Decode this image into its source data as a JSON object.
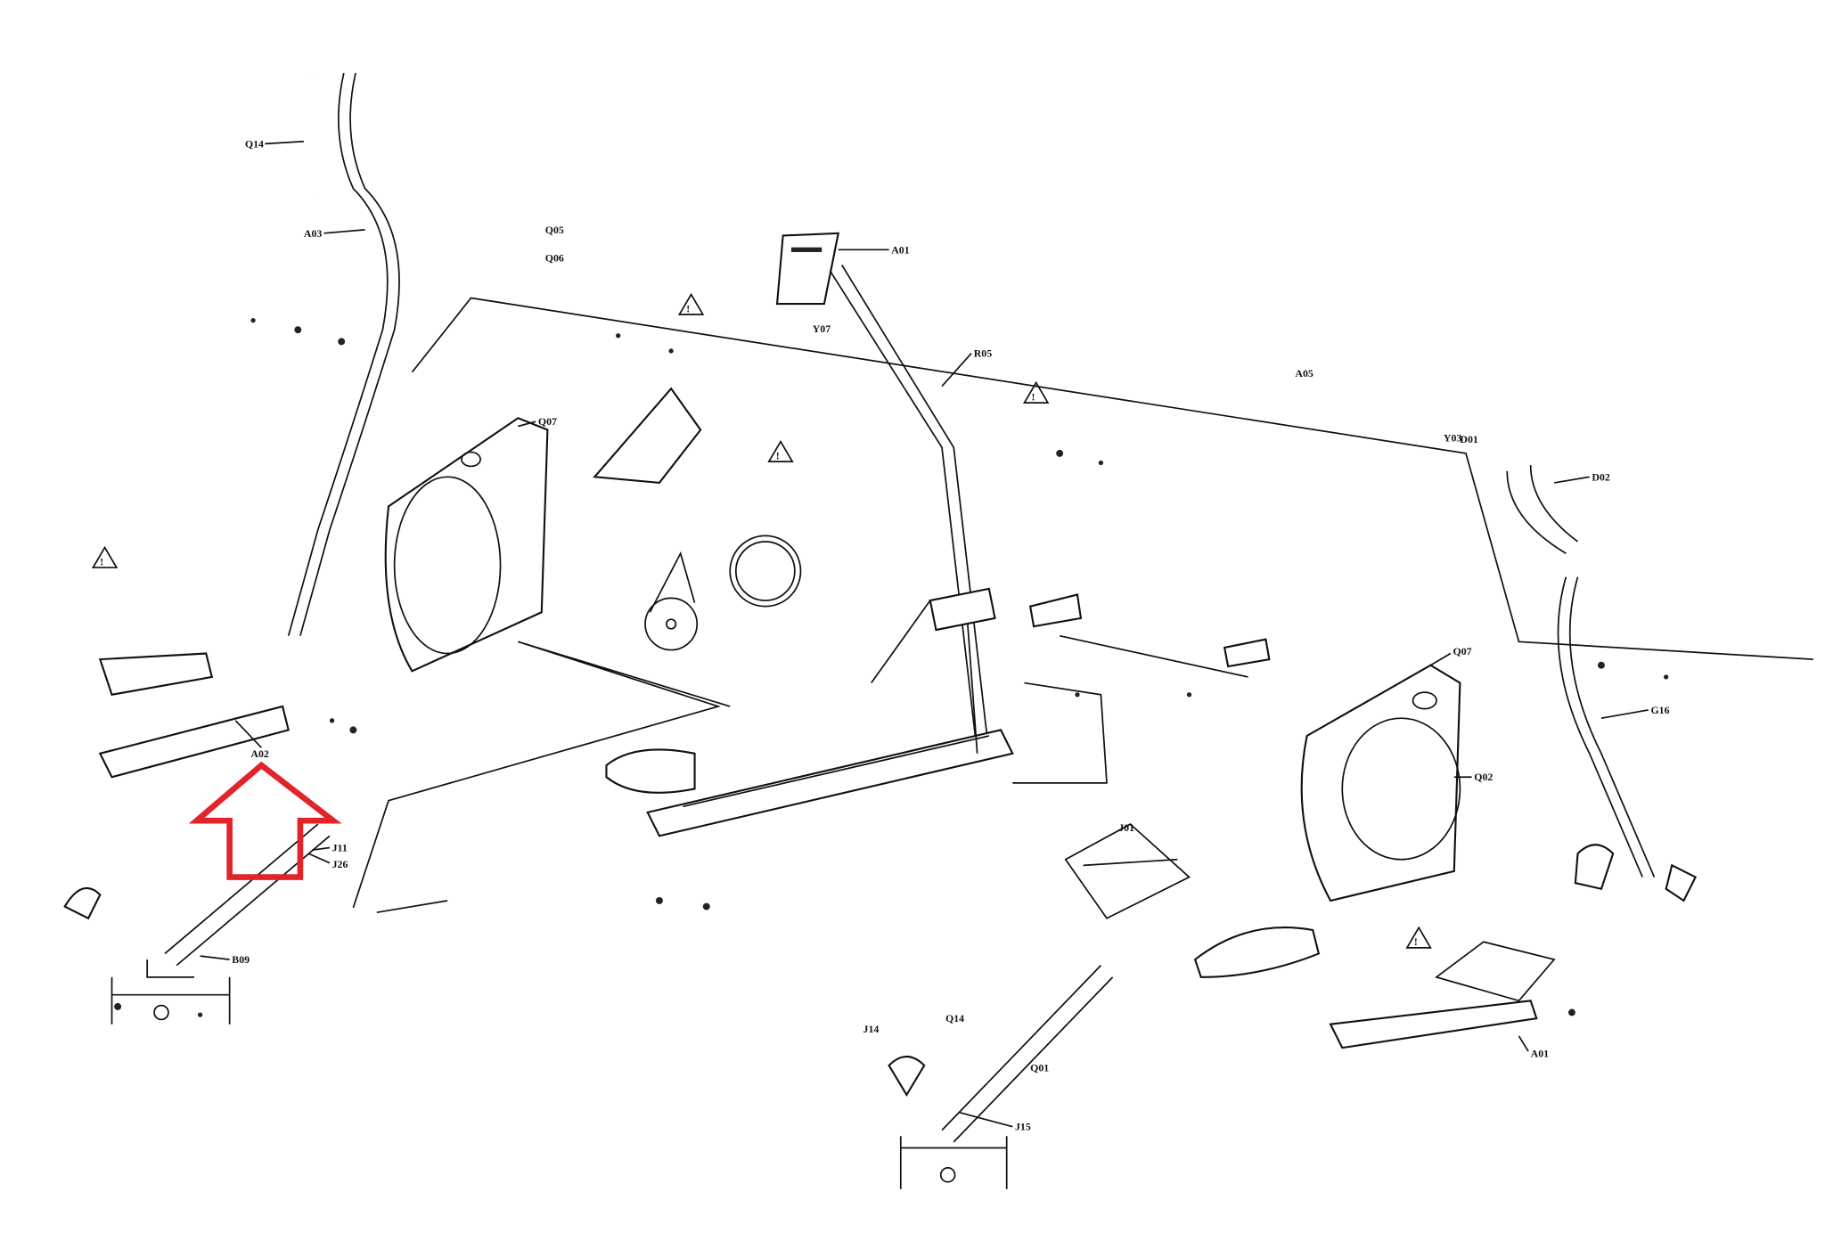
{
  "diagram": {
    "highlight_color": "#e0242a",
    "highlight_shape": "arrow-up",
    "highlighted_part": "A02",
    "labels": [
      {
        "id": "A02",
        "text": "A02"
      },
      {
        "id": "console",
        "text": "A01"
      },
      {
        "id": "r05",
        "text": "R05"
      },
      {
        "id": "y07",
        "text": "Y07"
      },
      {
        "id": "q07a",
        "text": "Q07"
      },
      {
        "id": "q07b",
        "text": "Q07"
      },
      {
        "id": "q02",
        "text": "Q02"
      },
      {
        "id": "q14",
        "text": "Q14"
      },
      {
        "id": "a03",
        "text": "A03"
      },
      {
        "id": "q05",
        "text": "Q05"
      },
      {
        "id": "q06",
        "text": "Q06"
      },
      {
        "id": "a05",
        "text": "A05"
      },
      {
        "id": "d01",
        "text": "D01"
      },
      {
        "id": "d02",
        "text": "D02"
      },
      {
        "id": "y03",
        "text": "Y03"
      },
      {
        "id": "g16",
        "text": "G16"
      },
      {
        "id": "q14r",
        "text": "Q14"
      },
      {
        "id": "q01",
        "text": "Q01"
      },
      {
        "id": "j15",
        "text": "J15"
      },
      {
        "id": "j14",
        "text": "J14"
      },
      {
        "id": "j01",
        "text": "J01"
      },
      {
        "id": "b09",
        "text": "B09"
      },
      {
        "id": "j11",
        "text": "J11"
      },
      {
        "id": "a01b",
        "text": "A01"
      },
      {
        "id": "j26",
        "text": "J26"
      }
    ],
    "warning_symbol": "!"
  }
}
